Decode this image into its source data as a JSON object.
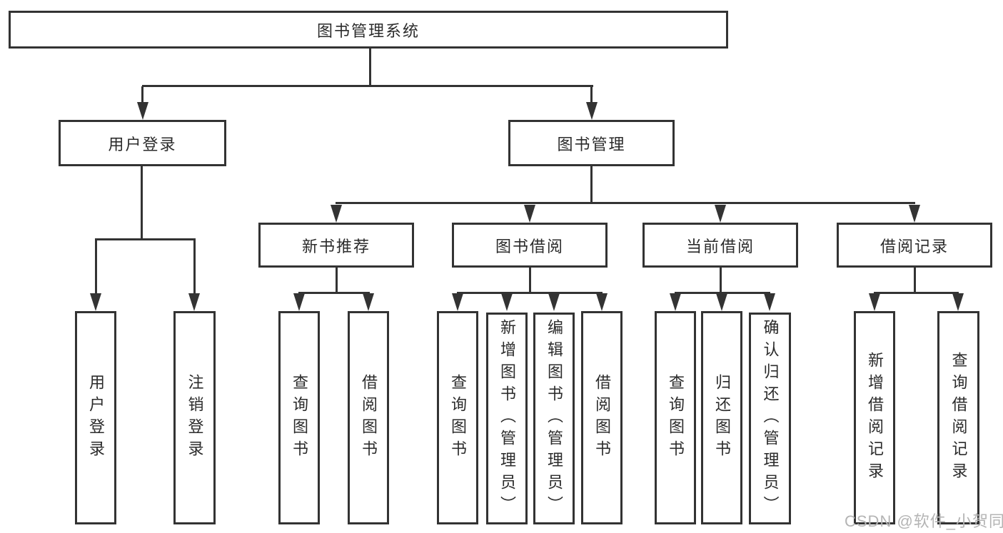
{
  "colors": {
    "line": "#333333",
    "text": "#2b2b2b",
    "background": "#ffffff",
    "watermark": "#b4b4b4"
  },
  "watermark": {
    "text": "CSDN @软件_小贺同学"
  },
  "tree": {
    "root": {
      "label": "图书管理系统",
      "children": [
        {
          "label": "用户登录",
          "children": [
            {
              "label": "用户登录"
            },
            {
              "label": "注销登录"
            }
          ]
        },
        {
          "label": "图书管理",
          "children": [
            {
              "label": "新书推荐",
              "children": [
                {
                  "label": "查询图书"
                },
                {
                  "label": "借阅图书"
                }
              ]
            },
            {
              "label": "图书借阅",
              "children": [
                {
                  "label": "查询图书"
                },
                {
                  "label": "新增图书（管理员）"
                },
                {
                  "label": "编辑图书（管理员）"
                },
                {
                  "label": "借阅图书"
                }
              ]
            },
            {
              "label": "当前借阅",
              "children": [
                {
                  "label": "查询图书"
                },
                {
                  "label": "归还图书"
                },
                {
                  "label": "确认归还（管理员）"
                }
              ]
            },
            {
              "label": "借阅记录",
              "children": [
                {
                  "label": "新增借阅记录"
                },
                {
                  "label": "查询借阅记录"
                }
              ]
            }
          ]
        }
      ]
    }
  }
}
